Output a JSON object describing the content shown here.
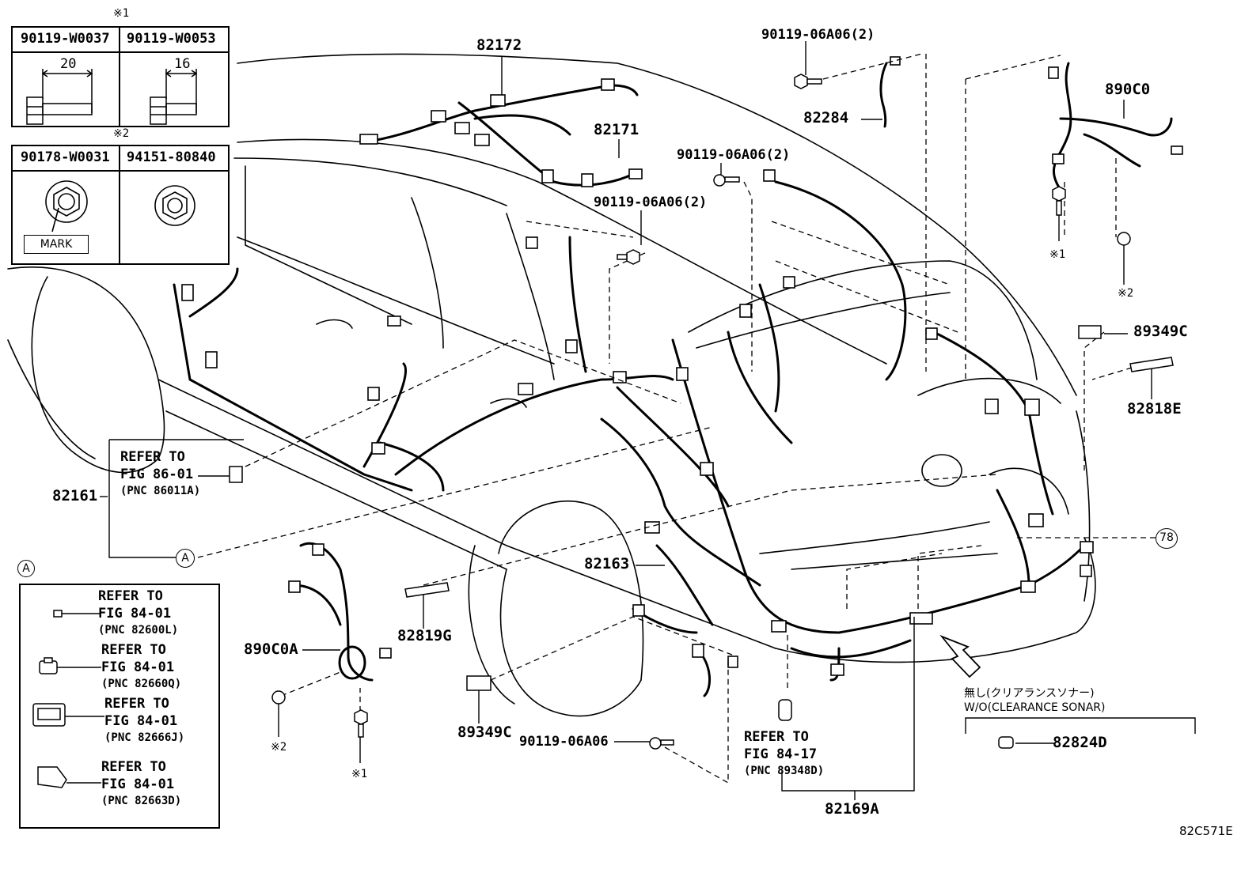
{
  "fastener_table_1": {
    "note_mark": "※1",
    "left_part": "90119-W0037",
    "right_part": "90119-W0053",
    "left_dim": "20",
    "right_dim": "16"
  },
  "fastener_table_2": {
    "note_mark": "※2",
    "left_part": "90178-W0031",
    "right_part": "94151-80840",
    "mark_label": "MARK"
  },
  "parts": {
    "p82172": "82172",
    "p82171": "82171",
    "p82284": "82284",
    "p890C0": "890C0",
    "p90119_top": "90119-06A06(2)",
    "p90119_mid": "90119-06A06(2)",
    "p90119_left": "90119-06A06(2)",
    "p89349C_right": "89349C",
    "p82818E": "82818E",
    "p82161": "82161",
    "p82163": "82163",
    "p82819G": "82819G",
    "p890C0A": "890C0A",
    "p89349C_left": "89349C",
    "p90119_bottom": "90119-06A06",
    "p82169A": "82169A",
    "p82824D": "82824D",
    "ref_78": "78",
    "note1_right": "※1",
    "note2_right": "※2",
    "note2_left": "※2",
    "note1_left": "※1"
  },
  "refer_main": {
    "line1": "REFER TO",
    "line2": "FIG 86-01",
    "line3": "(PNC 86011A)",
    "callout": "A"
  },
  "refer_bottom": {
    "line1": "REFER TO",
    "line2": "FIG 84-17",
    "line3": "(PNC 89348D)"
  },
  "clearance_sonar": {
    "jp": "無し(クリアランスソナー)",
    "en": "W/O(CLEARANCE SONAR)"
  },
  "legend_a": {
    "title": "A",
    "items": [
      {
        "line1": "REFER TO",
        "line2": "FIG 84-01",
        "line3": "(PNC 82600L)"
      },
      {
        "line1": "REFER TO",
        "line2": "FIG 84-01",
        "line3": "(PNC 82660Q)"
      },
      {
        "line1": "REFER TO",
        "line2": "FIG 84-01",
        "line3": "(PNC 82666J)"
      },
      {
        "line1": "REFER TO",
        "line2": "FIG 84-01",
        "line3": "(PNC 82663D)"
      }
    ]
  },
  "diagram_code": "82C571E"
}
